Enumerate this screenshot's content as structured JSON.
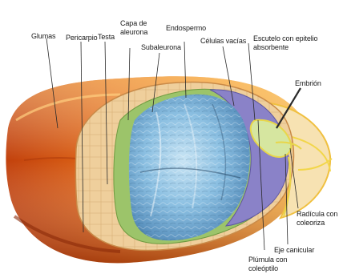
{
  "labels": {
    "glumas": "Glumas",
    "pericarpio": "Pericarpio",
    "testa": "Testa",
    "capa_aleurona_1": "Capa de",
    "capa_aleurona_2": "aleurona",
    "subaleurona": "Subaleurona",
    "endospermo": "Endospermo",
    "celulas_vacias": "Células vacías",
    "escutelo_1": "Escutelo con epitelio",
    "escutelo_2": "absorbente",
    "embrion": "Embrión",
    "radicula_1": "Radícula con",
    "radicula_2": "coleoriza",
    "eje_canicular": "Eje canicular",
    "plumula_1": "Plúmula con",
    "plumula_2": "coleóptilo"
  },
  "colors": {
    "husk": "#d9601a",
    "husk_light": "#f0a040",
    "pericarp": "#ecc08a",
    "aleurone": "#9cc46a",
    "endosperm": "#8fc4e6",
    "endosperm_dark": "#3f6f96",
    "scutellum": "#8a82c8",
    "embryo": "#d6e6a0",
    "embryo_outline": "#e8d64a",
    "leader_line": "#2a2a2a"
  }
}
